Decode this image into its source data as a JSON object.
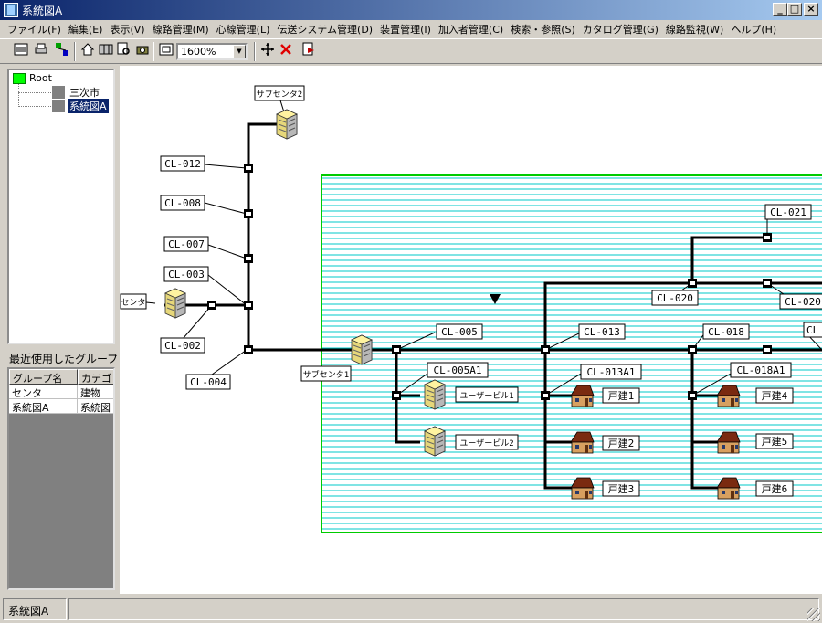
{
  "window": {
    "title": "系統図A",
    "controls": {
      "minimize": "_",
      "maximize": "□",
      "close": "×"
    }
  },
  "menu": [
    "ファイル(F)",
    "編集(E)",
    "表示(V)",
    "線路管理(M)",
    "心線管理(L)",
    "伝送システム管理(D)",
    "装置管理(I)",
    "加入者管理(C)",
    "検索・参照(S)",
    "カタログ管理(G)",
    "線路監視(W)",
    "ヘルプ(H)"
  ],
  "toolbar": {
    "zoom": "1600%",
    "icons": [
      "view-icon",
      "print-icon",
      "layout-icon",
      "home-icon",
      "map-icon",
      "search-icon",
      "camera-icon",
      "fit-icon",
      "move-icon",
      "delete-icon",
      "export-icon"
    ]
  },
  "tree": {
    "root": "Root",
    "items": [
      "三次市",
      "系統図A"
    ],
    "selected": "系統図A"
  },
  "recent": {
    "title": "最近使用したグループ",
    "columns": [
      "グループ名",
      "カテゴリ"
    ],
    "rows": [
      {
        "name": "センタ",
        "category": "建物"
      },
      {
        "name": "系統図A",
        "category": "系統図"
      }
    ]
  },
  "diagram": {
    "cables": [
      "CL-012",
      "CL-008",
      "CL-007",
      "CL-003",
      "CL-002",
      "CL-004",
      "CL-005",
      "CL-005A1",
      "CL-013",
      "CL-013A1",
      "CL-018",
      "CL-018A1",
      "CL-020",
      "CL-021",
      "CL-020",
      "CL"
    ],
    "buildings": [
      "サブセンタ2",
      "センタ",
      "サブセンタ1",
      "ユーザービル1",
      "ユーザービル2"
    ],
    "houses": [
      "戸建1",
      "戸建2",
      "戸建3",
      "戸建4",
      "戸建5",
      "戸建6"
    ],
    "colors": {
      "area_border": "#00cc00",
      "area_hatch": "#00c8c8",
      "line": "#000000"
    }
  },
  "status": {
    "left": "系統図A",
    "right": ""
  }
}
